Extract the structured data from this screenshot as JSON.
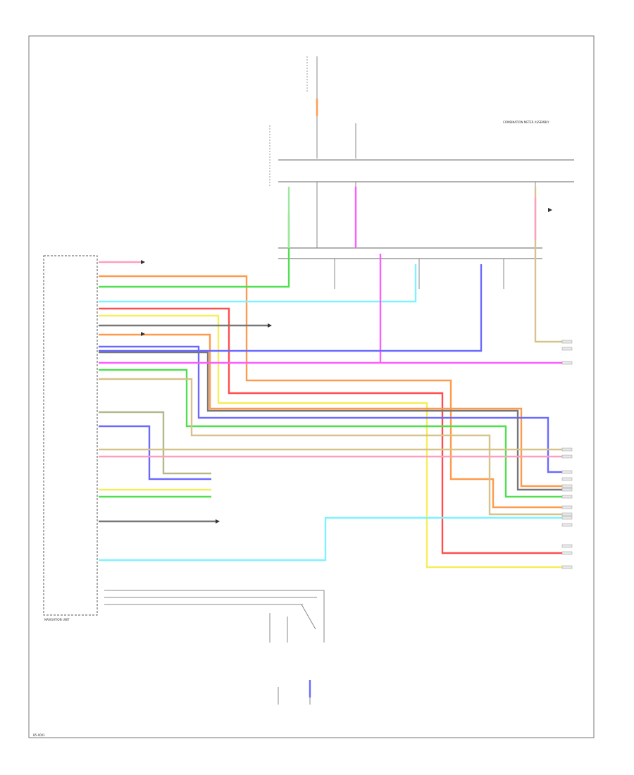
{
  "diagram": {
    "unit_label": "NAVIGATION UNIT",
    "corner_code": "B5-0001",
    "header_note": "COMBINATION METER ASSEMBLY",
    "colors": {
      "pink": "#ff9fbf",
      "red": "#ff4d4d",
      "orange": "#ff9a4d",
      "yellow": "#f5ee5a",
      "green": "#4fe04f",
      "cyan": "#7ff2ff",
      "blue": "#6a6aff",
      "magenta": "#ff5cff",
      "gray": "#777777",
      "tan": "#d6c28a",
      "olive": "#b5b98a",
      "light_green": "#9ee89e"
    }
  }
}
